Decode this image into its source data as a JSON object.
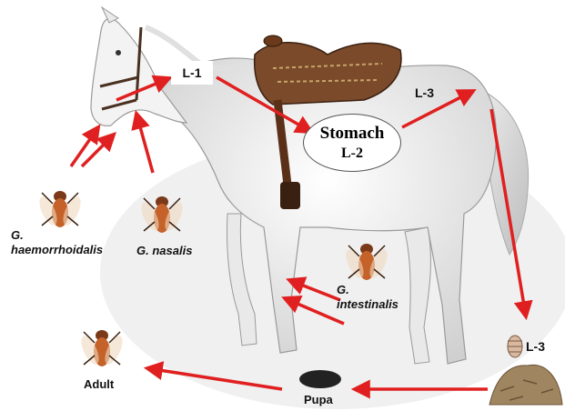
{
  "labels": {
    "l1": "L-1",
    "stomach": "Stomach",
    "l2": "L-2",
    "l3_top": "L-3",
    "l3_bottom": "L-3",
    "g_haem_1": "G.",
    "g_haem_2": "haemorrhoidalis",
    "g_nasalis": "G. nasalis",
    "g_int_1": "G.",
    "g_int_2": "intestinalis",
    "adult": "Adult",
    "pupa": "Pupa"
  },
  "colors": {
    "arrow": "#e02020",
    "horse": "#f4f4f4",
    "saddle": "#7a4a2a",
    "fly_body": "#c4622a",
    "pupa": "#222222",
    "dung": "#a08660"
  }
}
